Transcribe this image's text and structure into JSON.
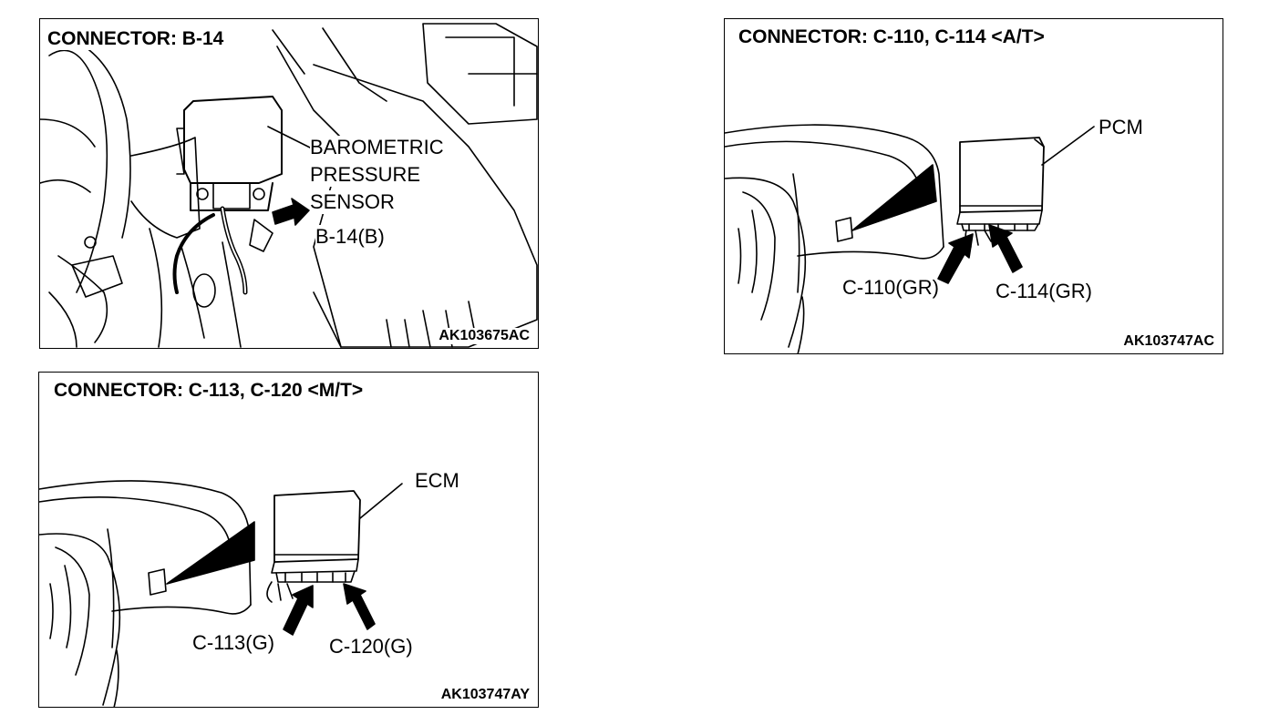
{
  "panels": [
    {
      "title": "CONNECTOR: B-14",
      "code": "AK103675AC",
      "component": [
        "BAROMETRIC",
        "PRESSURE",
        "SENSOR"
      ],
      "connectors": [
        "B-14(B)"
      ]
    },
    {
      "title": "CONNECTOR: C-110, C-114 <A/T>",
      "code": "AK103747AC",
      "component": "PCM",
      "connectors": [
        "C-110(GR)",
        "C-114(GR)"
      ]
    },
    {
      "title": "CONNECTOR: C-113, C-120 <M/T>",
      "code": "AK103747AY",
      "component": "ECM",
      "connectors": [
        "C-113(G)",
        "C-120(G)"
      ]
    }
  ]
}
